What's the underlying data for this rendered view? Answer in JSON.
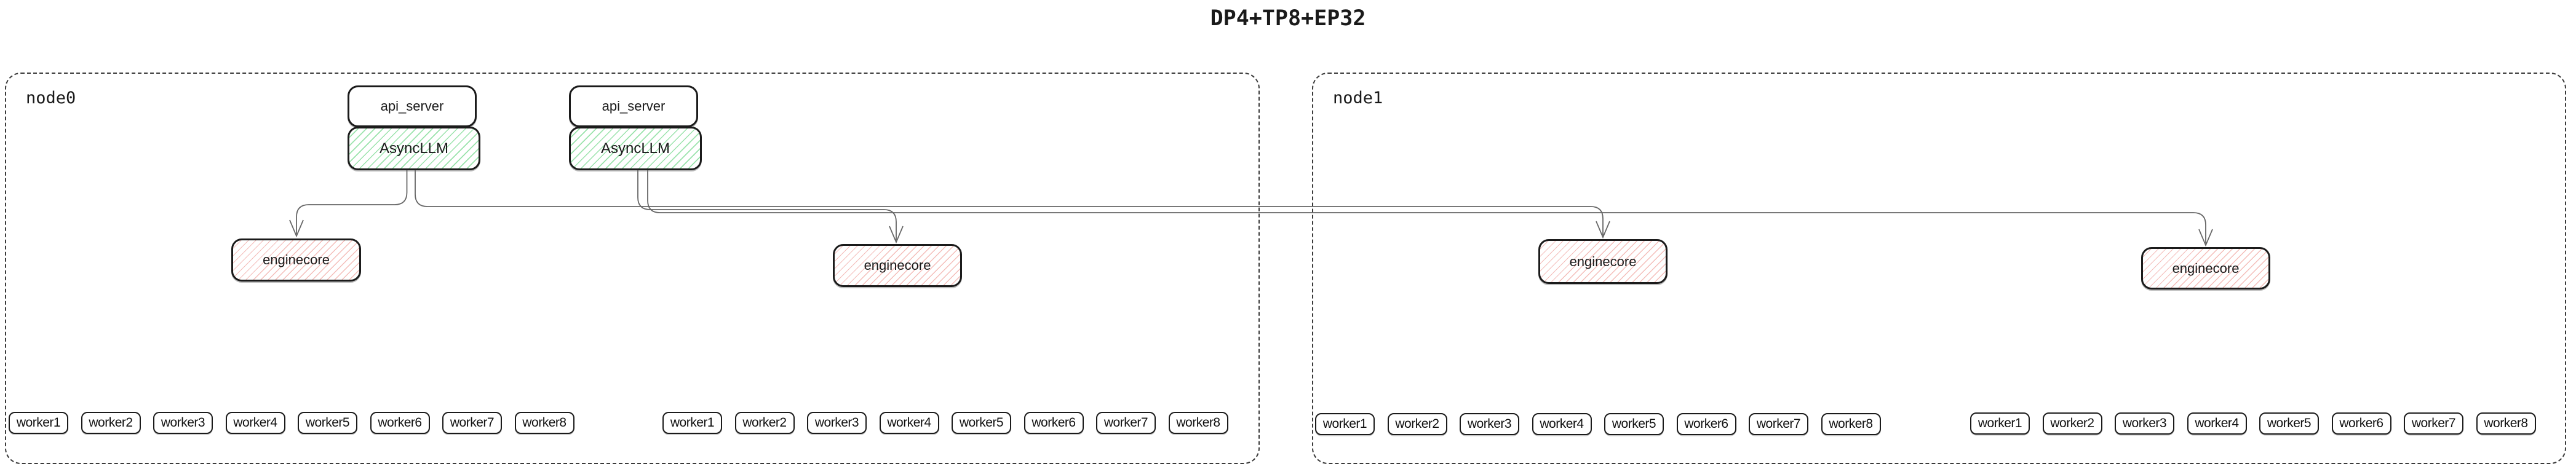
{
  "title": "DP4+TP8+EP32",
  "colors": {
    "background": "#ffffff",
    "box_border": "#1b1b1b",
    "node_border_dashed": "#3a3a3a",
    "edge": "#666666",
    "asyncllm_hatch_green": "#9be3ac",
    "enginecore_hatch_red": "#f4bdb9",
    "text": "#1a1a1a"
  },
  "node0": {
    "label": "node0",
    "servers": [
      {
        "api_server": "api_server",
        "asyncllm": "AsyncLLM"
      },
      {
        "api_server": "api_server",
        "asyncllm": "AsyncLLM"
      }
    ],
    "enginecores": [
      {
        "label": "enginecore"
      },
      {
        "label": "enginecore"
      }
    ],
    "worker_groups": [
      {
        "workers": [
          "worker1",
          "worker2",
          "worker3",
          "worker4",
          "worker5",
          "worker6",
          "worker7",
          "worker8"
        ]
      },
      {
        "workers": [
          "worker1",
          "worker2",
          "worker3",
          "worker4",
          "worker5",
          "worker6",
          "worker7",
          "worker8"
        ]
      }
    ]
  },
  "node1": {
    "label": "node1",
    "enginecores": [
      {
        "label": "enginecore"
      },
      {
        "label": "enginecore"
      }
    ],
    "worker_groups": [
      {
        "workers": [
          "worker1",
          "worker2",
          "worker3",
          "worker4",
          "worker5",
          "worker6",
          "worker7",
          "worker8"
        ]
      },
      {
        "workers": [
          "worker1",
          "worker2",
          "worker3",
          "worker4",
          "worker5",
          "worker6",
          "worker7",
          "worker8"
        ]
      }
    ]
  }
}
